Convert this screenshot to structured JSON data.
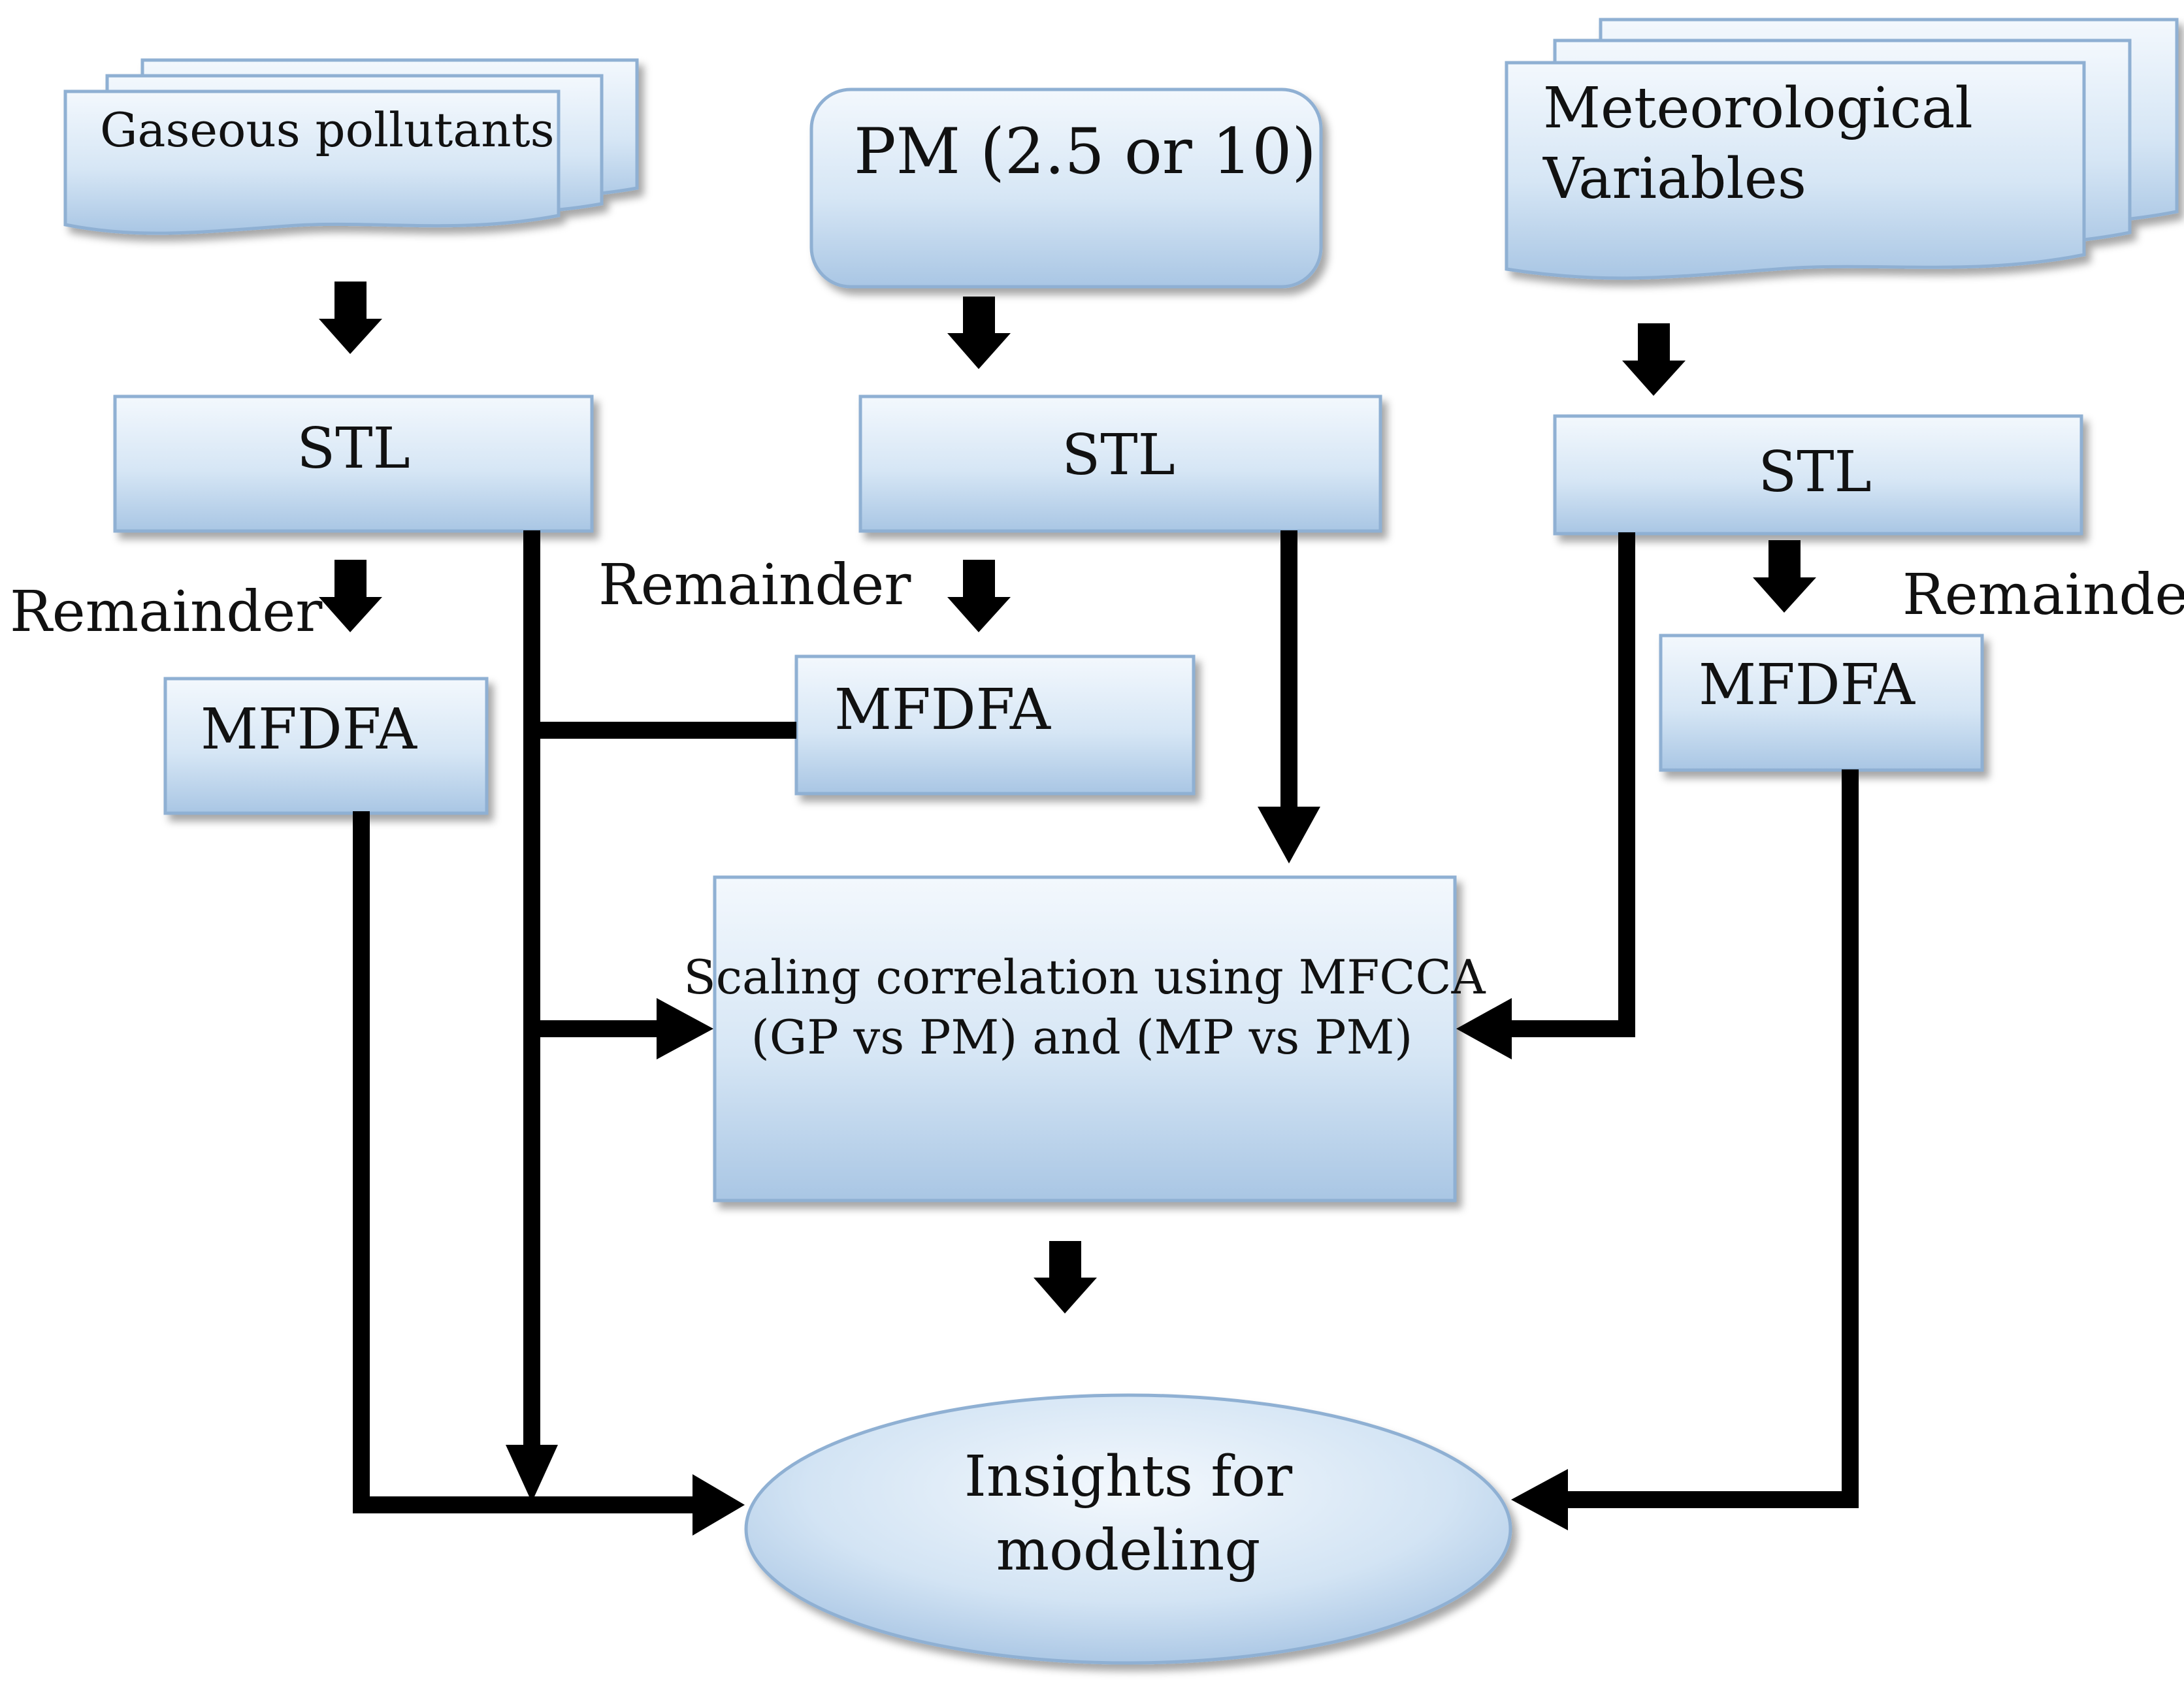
{
  "inputs": {
    "gaseous": "Gaseous pollutants",
    "pm": "PM (2.5 or 10)",
    "meteo_line1": "Meteorological",
    "meteo_line2": "Variables"
  },
  "stl": {
    "left": "STL",
    "center": "STL",
    "right": "STL"
  },
  "remainder": {
    "left": "Remainder",
    "center": "Remainder",
    "right": "Remainder"
  },
  "mfdfa": {
    "left": "MFDFA",
    "center": "MFDFA",
    "right": "MFDFA"
  },
  "mfcca": {
    "line1": "Scaling correlation using MFCCA",
    "line2": "(GP vs PM) and (MP vs PM)"
  },
  "insights": {
    "line1": "Insights for",
    "line2": "modeling"
  }
}
